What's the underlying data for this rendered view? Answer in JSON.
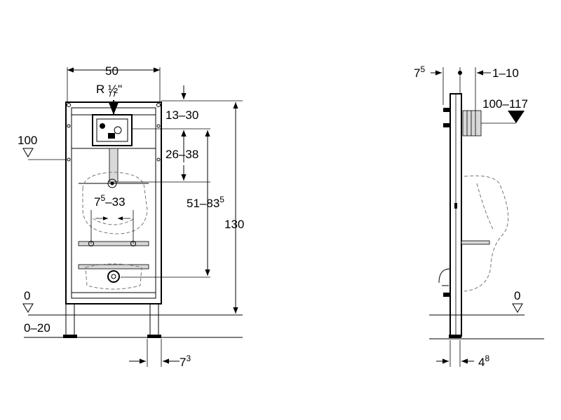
{
  "front_view": {
    "width": "50",
    "thread": "R ½\"",
    "valve_offset": "13–30",
    "flush_range": "26–38",
    "outlet_range": "51–83",
    "outlet_range_sup": "5",
    "spread": "7",
    "spread_sup": "5",
    "spread_tail": "–33",
    "height": "130",
    "level_100": "100",
    "level_0": "0",
    "floor_range": "0–20",
    "foot_offset": "7",
    "foot_offset_sup": "3"
  },
  "side_view": {
    "depth_a": "7",
    "depth_a_sup": "5",
    "depth_b": "1–10",
    "height_range": "100–117",
    "level_0": "0",
    "foot_depth": "4",
    "foot_depth_sup": "8"
  },
  "colors": {
    "line": "#000000",
    "fill": "#d8d8d8",
    "hidden": "#777777"
  }
}
